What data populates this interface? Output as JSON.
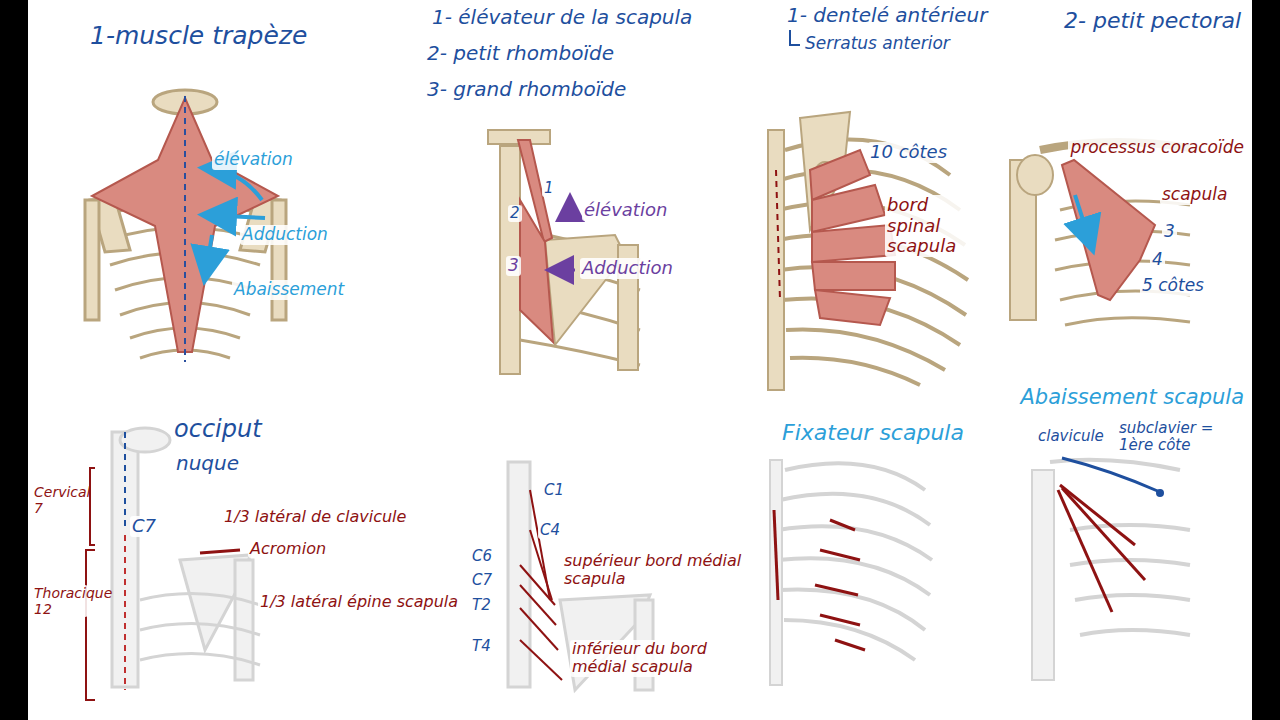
{
  "diagram": {
    "labels": [
      "1-muscle trapèze",
      "élévation",
      "Adduction",
      "Abaissement",
      "1- élévateur de la scapula",
      "2- petit rhomboïde",
      "3- grand rhomboïde",
      "1",
      "2",
      "3",
      "élévation",
      "Adduction",
      "1- dentelé antérieur",
      "Serratus anterior",
      "10 côtes",
      "bord spinal scapula",
      "Fixateur scapula",
      "2- petit pectoral",
      "processus coracoïde",
      "scapula",
      "3",
      "4",
      "5 côtes",
      "Abaissement scapula",
      "occiput",
      "nuque",
      "Cervical 7",
      "C7",
      "Thoracique 12",
      "1/3 latéral de clavicule",
      "Acromion",
      "1/3 latéral épine scapula",
      "C1",
      "C4",
      "C6",
      "C7",
      "T2",
      "T4",
      "supérieur bord médial scapula",
      "inférieur du bord médial scapula",
      "clavicule",
      "subclavier = 1ère côte"
    ]
  }
}
